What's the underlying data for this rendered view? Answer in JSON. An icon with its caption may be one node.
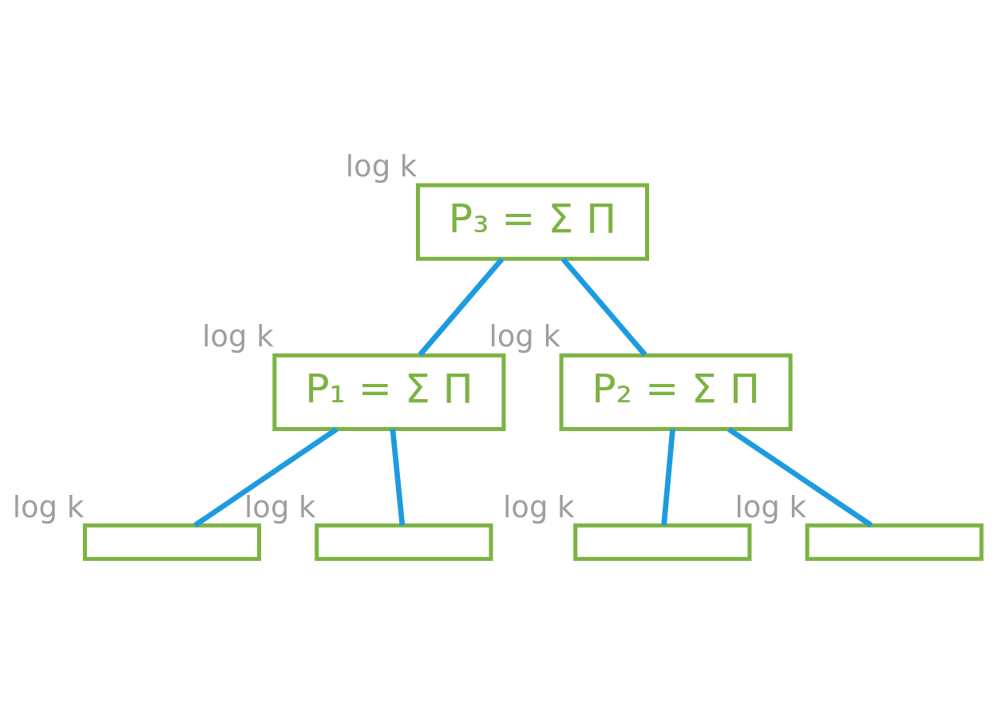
{
  "diagram": {
    "nodes": [
      {
        "text": [
          "P₃ = Σ Π"
        ],
        "beside": [
          "log k"
        ]
      },
      {
        "text": [
          "P₁ = Σ Π"
        ],
        "beside": [
          "log k"
        ]
      },
      {
        "text": [
          "P₂ = Σ Π"
        ],
        "beside": [
          "log k"
        ]
      },
      {
        "text": [],
        "shape": "box",
        "beside": [
          "log k"
        ]
      },
      {
        "text": [],
        "shape": "box",
        "beside": [
          "log k"
        ]
      },
      {
        "text": [],
        "shape": "box",
        "beside": [
          "log k"
        ]
      },
      {
        "text": [],
        "shape": "box",
        "beside": [
          "log k"
        ]
      }
    ],
    "edges": [
      {
        "from": 0,
        "to": 1,
        "arrow": "none"
      },
      {
        "from": 0,
        "to": 2,
        "arrow": "none"
      },
      {
        "from": 1,
        "to": 3,
        "arrow": "none"
      },
      {
        "from": 1,
        "to": 4,
        "arrow": "none"
      },
      {
        "from": 2,
        "to": 5,
        "arrow": "none"
      },
      {
        "from": 2,
        "to": 6,
        "arrow": "none"
      }
    ]
  }
}
